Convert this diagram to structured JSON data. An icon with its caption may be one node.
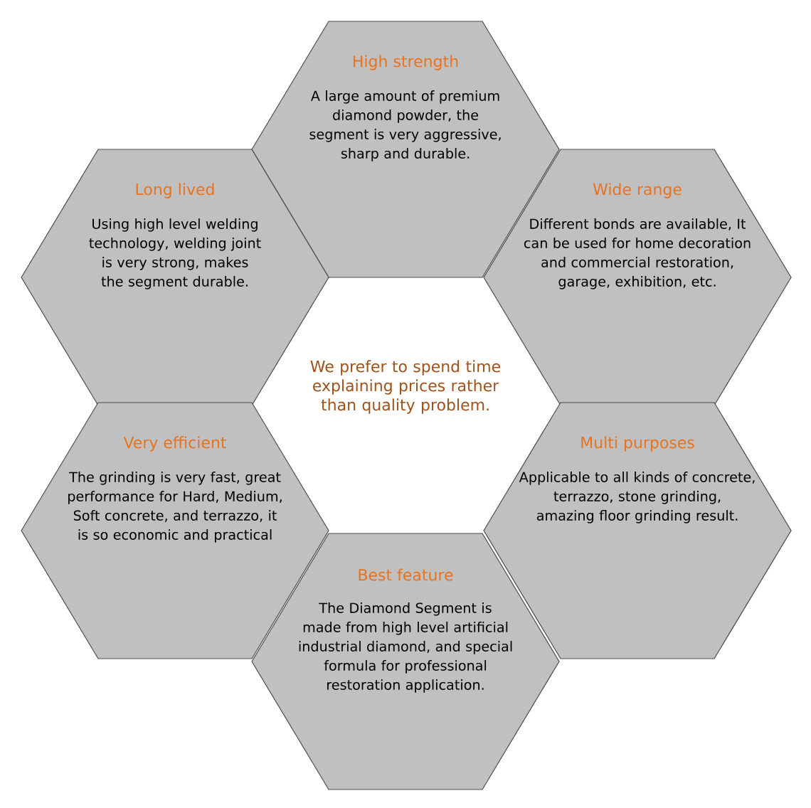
{
  "diagram": {
    "nodes": [
      {
        "text": [
          "High strength",
          "A large amount of premium diamond powder, the segment is very aggressive, sharp and durable."
        ]
      },
      {
        "text": [
          "Long lived",
          "Using high level welding technology, welding joint is very strong, makes the segment durable."
        ]
      },
      {
        "text": [
          "Wide range",
          "Different bonds are available, It can be used for home decoration and commercial restoration, garage, exhibition, etc."
        ]
      },
      {
        "text": [
          "Very efficient",
          "The grinding is very fast, great performance for Hard, Medium, Soft concrete, and terrazzo, it is so economic and practical"
        ]
      },
      {
        "text": [
          "Multi purposes",
          "Applicable to all kinds of concrete, terrazzo, stone grinding, amazing floor grinding result."
        ]
      },
      {
        "text": [
          "Best feature",
          "The Diamond Segment is made from high level artificial industrial diamond, and special formula for professional restoration application."
        ]
      }
    ],
    "labels": [
      "We prefer to spend time explaining prices rather than quality problem."
    ]
  }
}
